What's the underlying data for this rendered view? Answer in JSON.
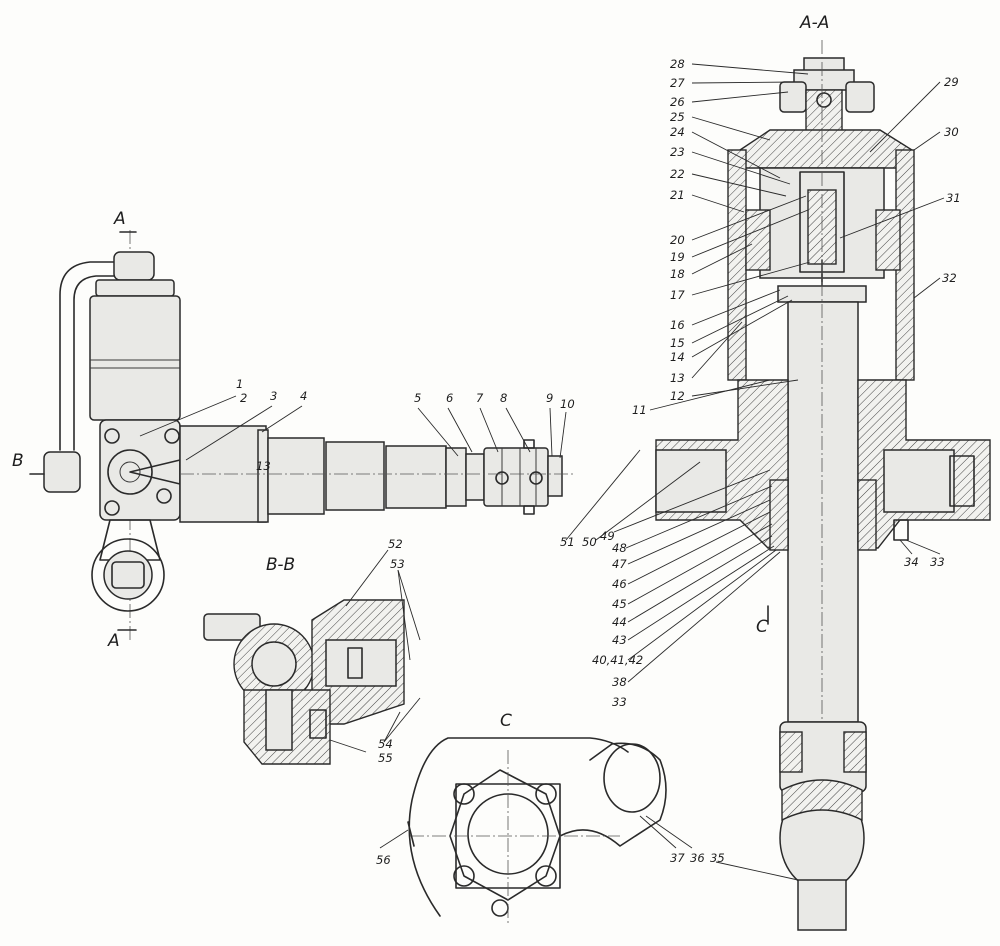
{
  "views": {
    "section_aa": "A-A",
    "section_bb": "B-B",
    "view_c": "C",
    "cut_a_top": "A",
    "cut_a_bottom": "A",
    "cut_b": "B",
    "cut_c": "C"
  },
  "callouts": {
    "left": [
      "1",
      "2",
      "3",
      "4",
      "5",
      "6",
      "7",
      "8",
      "9",
      "10",
      "13"
    ],
    "right_col": [
      "28",
      "27",
      "26",
      "25",
      "24",
      "23",
      "22",
      "21",
      "20",
      "19",
      "18",
      "17",
      "16",
      "15",
      "14",
      "13",
      "12",
      "11"
    ],
    "right_side": [
      "29",
      "30",
      "31",
      "32"
    ],
    "lower": [
      "51",
      "50",
      "49",
      "48",
      "47",
      "46",
      "45",
      "44",
      "43",
      "40,41,42",
      "38",
      "33",
      "34",
      "33"
    ],
    "bb": [
      "52",
      "53",
      "54",
      "55"
    ],
    "c": [
      "56",
      "37",
      "36",
      "35"
    ]
  }
}
